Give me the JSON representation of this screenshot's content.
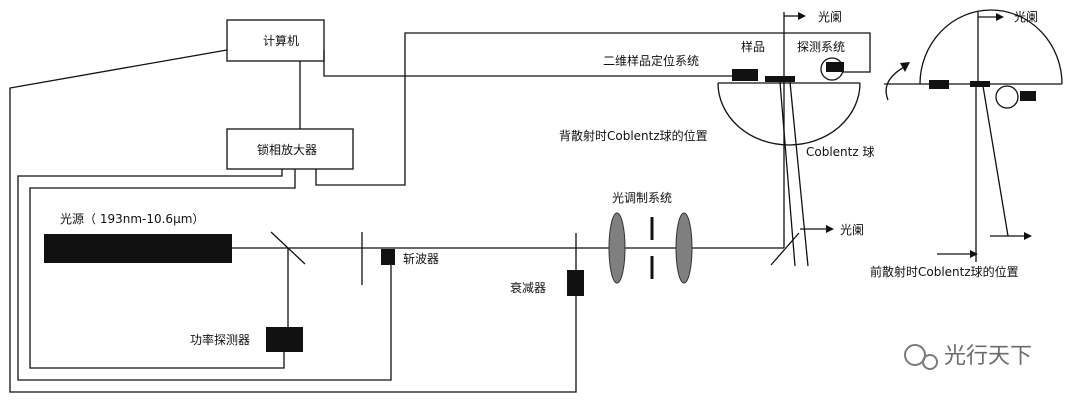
{
  "labels": {
    "computer": "计算机",
    "lockin": "锁相放大器",
    "source": "光源（ 193nm-10.6μm）",
    "power_detector": "功率探测器",
    "chopper": "斩波器",
    "attenuator": "衰减器",
    "modulation": "光调制系统",
    "stage_2d": "二维样品定位系统",
    "sample": "样品",
    "detector_sys": "探测系统",
    "aperture_top": "光阑",
    "aperture_mid": "光阑",
    "aperture_right": "光阑",
    "back_position": "背散射时Coblentz球的位置",
    "coblentz": "Coblentz 球",
    "forward_position": "前散射时Coblentz球的位置"
  },
  "watermark": "光行天下",
  "colors": {
    "line": "#111111",
    "fill": "#111111",
    "lens": "#7f7f7f",
    "bg": "#ffffff"
  }
}
